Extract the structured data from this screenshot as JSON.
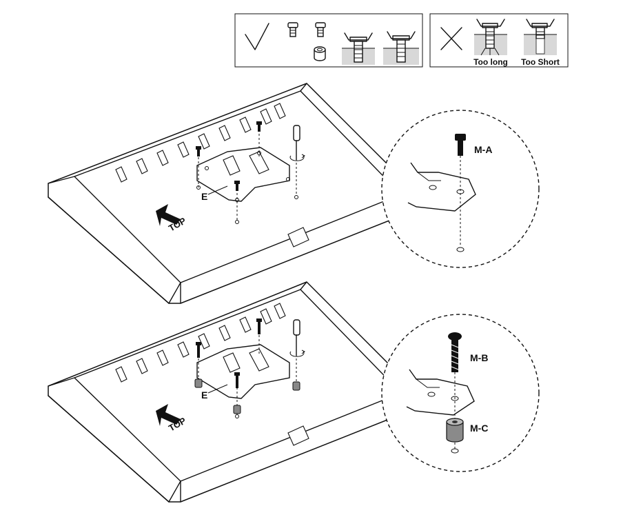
{
  "legend_ok": {
    "mark": "check-mark"
  },
  "legend_bad": {
    "mark": "cross-mark",
    "too_long": "Too long",
    "too_short": "Too Short"
  },
  "step1": {
    "plate_label": "E",
    "top_label": "TOP",
    "callout_screw_label": "M-A"
  },
  "step2": {
    "plate_label": "E",
    "top_label": "TOP",
    "callout_screw_label": "M-B",
    "callout_spacer_label": "M-C"
  }
}
